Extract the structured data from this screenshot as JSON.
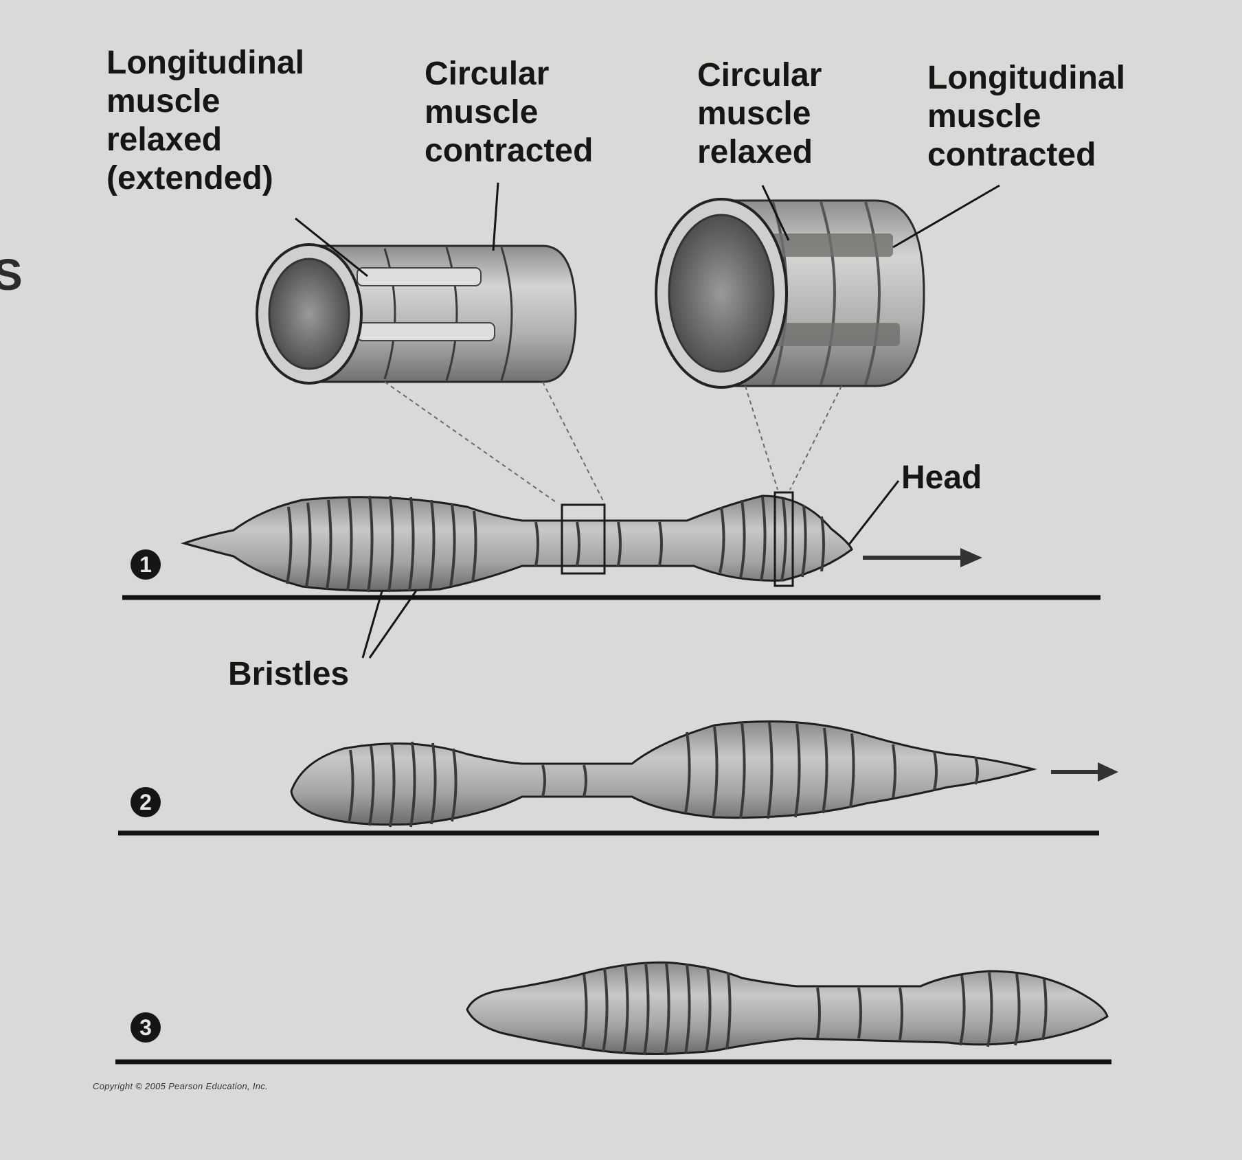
{
  "labels": {
    "long_relaxed": "Longitudinal\nmuscle\nrelaxed\n(extended)",
    "circ_contracted": "Circular\nmuscle\ncontracted",
    "circ_relaxed": "Circular\nmuscle\nrelaxed",
    "long_contracted": "Longitudinal\nmuscle\ncontracted",
    "head": "Head",
    "bristles": "Bristles"
  },
  "steps": [
    "1",
    "2",
    "3"
  ],
  "margin_glyph": "S",
  "credit": "Copyright © 2005 Pearson Education, Inc.",
  "colors": {
    "paper": "#d9d9d7",
    "ink": "#161616",
    "worm_light": "#bdbdbb",
    "worm_dark": "#6e6e6c"
  }
}
